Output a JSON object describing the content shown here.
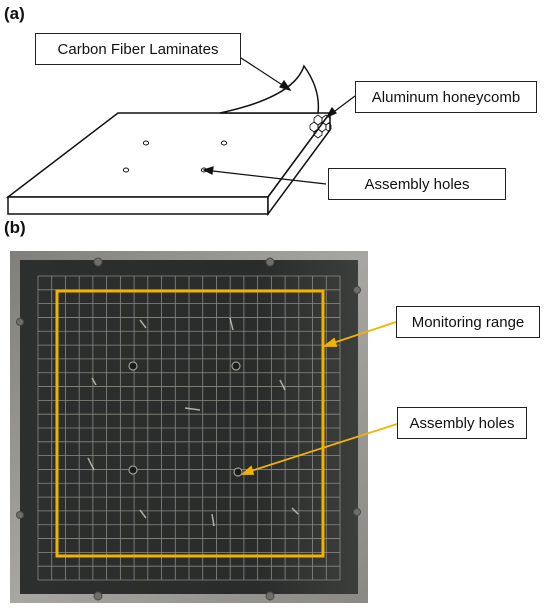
{
  "panel_a": {
    "label": "(a)",
    "callouts": {
      "carbon_fiber": "Carbon Fiber Laminates",
      "honeycomb": "Aluminum honeycomb",
      "holes": "Assembly holes"
    }
  },
  "panel_b": {
    "label": "(b)",
    "callouts": {
      "monitoring": "Monitoring range",
      "holes": "Assembly holes"
    },
    "grid_size": 22
  },
  "colors": {
    "outline": "#111111",
    "highlight": "#f2b300",
    "board": "#2b2d2c",
    "grid": "#a8a8a0",
    "frame": "#9a9996"
  }
}
